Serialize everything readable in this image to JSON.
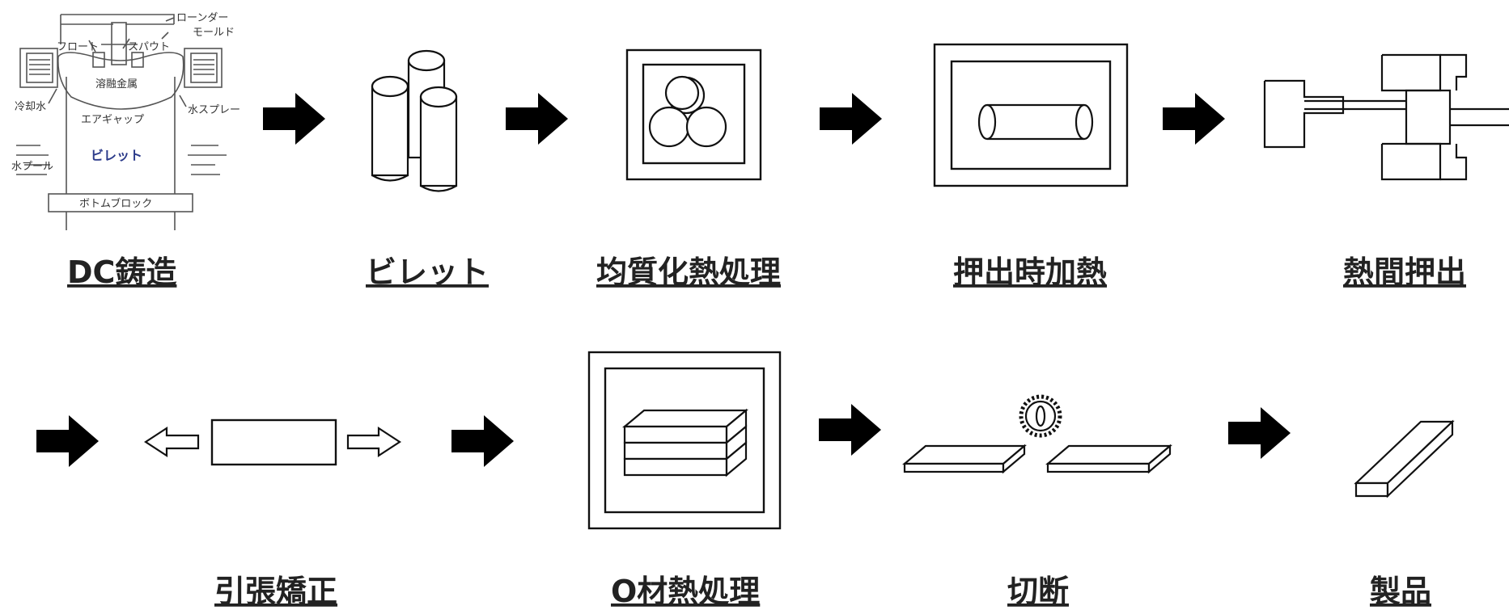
{
  "process_steps": [
    {
      "label": "DC鋳造"
    },
    {
      "label": "ビレット"
    },
    {
      "label": "均質化熱処理"
    },
    {
      "label": "押出時加熱"
    },
    {
      "label": "熱間押出"
    },
    {
      "label": "引張矯正"
    },
    {
      "label": "O材熱処理"
    },
    {
      "label": "切断"
    },
    {
      "label": "製品"
    }
  ],
  "dc_casting_parts": {
    "launder": "ローンダー",
    "mold": "モールド",
    "float": "フロート",
    "spout": "スパウト",
    "molten_metal": "溶融金属",
    "cooling_water": "冷却水",
    "air_gap": "エアギャップ",
    "water_spray": "水スプレー",
    "billet": "ビレット",
    "water_pool": "水プール",
    "bottom_block": "ボトムブロック"
  },
  "colors": {
    "line": "#111111",
    "arrow": "#000000",
    "billet_text": "#2b3a8a"
  }
}
